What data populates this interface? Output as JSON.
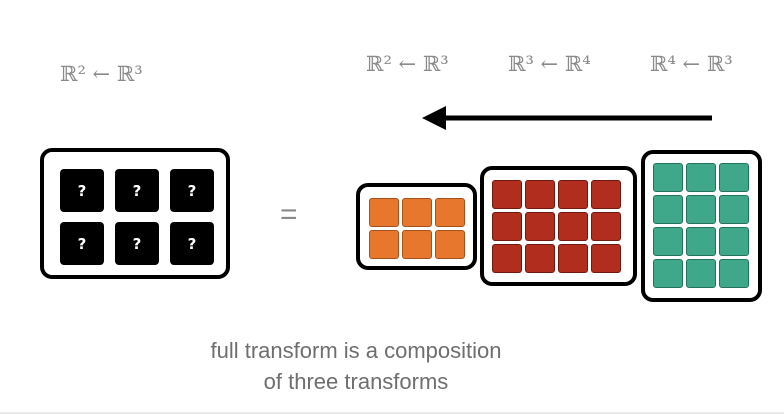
{
  "labels": {
    "full": "ℝ² ← ℝ³",
    "step1": "ℝ² ← ℝ³",
    "step2": "ℝ³ ← ℝ⁴",
    "step3": "ℝ⁴ ← ℝ³"
  },
  "equals_sign": "=",
  "unknown_mark": "?",
  "caption": {
    "line1": "full transform is a composition",
    "line2": "of three transforms"
  },
  "matrices": {
    "result": {
      "rows": 2,
      "cols": 3
    },
    "first": {
      "rows": 2,
      "cols": 3,
      "color": "#e8772e",
      "border": "#a4521c"
    },
    "second": {
      "rows": 3,
      "cols": 4,
      "color": "#b12e1e",
      "border": "#6f1a10"
    },
    "third": {
      "rows": 4,
      "cols": 3,
      "color": "#3fa88a",
      "border": "#23735c"
    }
  },
  "arrow_direction": "left"
}
